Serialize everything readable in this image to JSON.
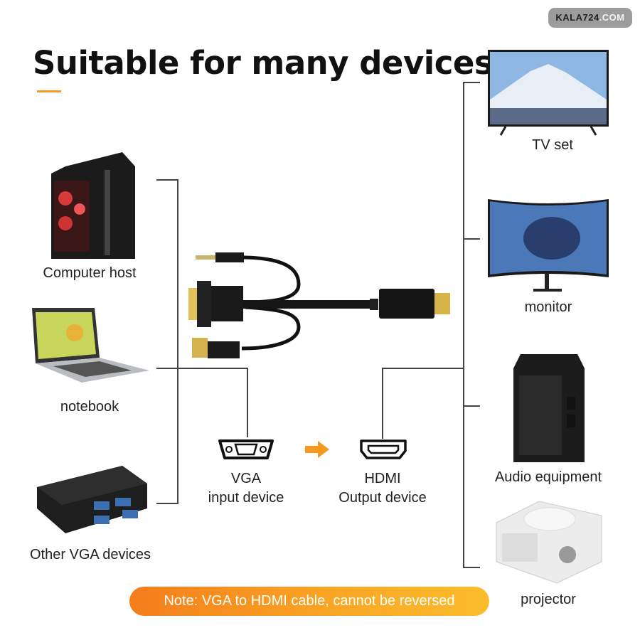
{
  "watermark": {
    "brand": "KALA724",
    "suffix": ".COM"
  },
  "title": "Suitable for many devices",
  "left_devices": [
    {
      "label": "Computer host",
      "icon": "desktop-pc-icon"
    },
    {
      "label": "notebook",
      "icon": "laptop-icon"
    },
    {
      "label": "Other VGA devices",
      "icon": "vga-splitter-icon"
    }
  ],
  "right_devices": [
    {
      "label": "TV set",
      "icon": "tv-icon"
    },
    {
      "label": "monitor",
      "icon": "curved-monitor-icon"
    },
    {
      "label": "Audio equipment",
      "icon": "speaker-icon"
    },
    {
      "label": "projector",
      "icon": "projector-icon"
    }
  ],
  "flow": {
    "input": {
      "line1": "VGA",
      "line2": "input device"
    },
    "output": {
      "line1": "HDMI",
      "line2": "Output device"
    }
  },
  "note": "Note: VGA to HDMI cable, cannot be reversed",
  "colors": {
    "accent": "#f39a1e",
    "line": "#444444"
  }
}
